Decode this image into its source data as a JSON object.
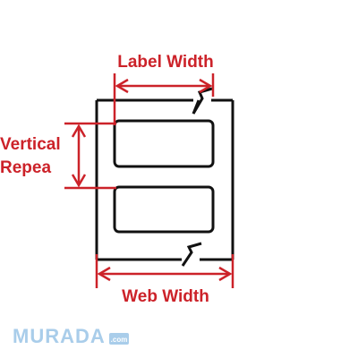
{
  "labels": {
    "label_width": "Label Width",
    "vertical_repeat_line1": "Vertical",
    "vertical_repeat_line2": "Repea",
    "web_width": "Web Width"
  },
  "watermark": {
    "brand": "MURADA",
    "badge": ".com"
  },
  "colors": {
    "dimension": "#cc2229",
    "outline": "#111111",
    "background": "#ffffff",
    "watermark": "#a9cdea"
  }
}
